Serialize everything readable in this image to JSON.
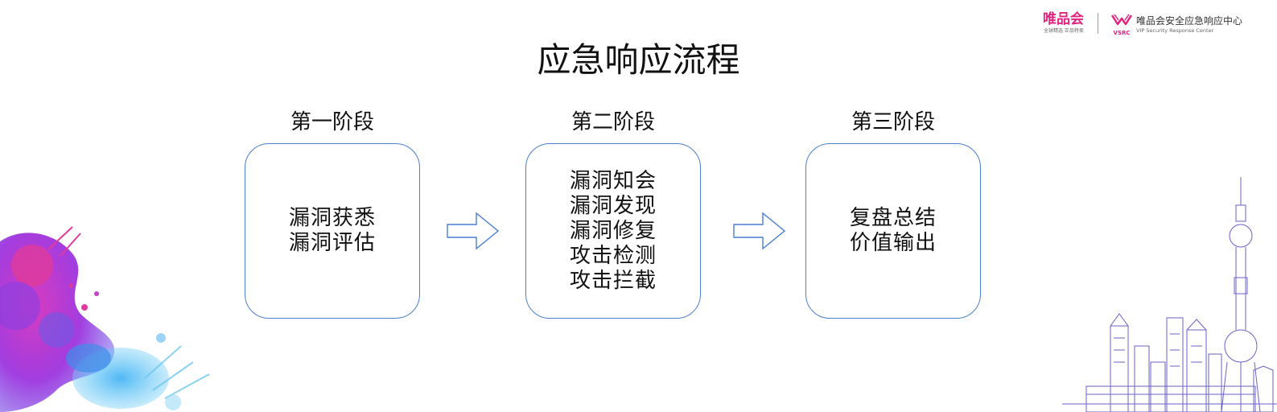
{
  "title": "应急响应流程",
  "header": {
    "vip_logo": "唯品会",
    "vip_slogan": "全球精选 正品特卖",
    "vsrc_mark": "VSRC",
    "vsrc_name": "唯品会安全应急响应中心",
    "vsrc_en": "VIP Security Response Center"
  },
  "stages": [
    {
      "label": "第一阶段",
      "items": [
        "漏洞获悉",
        "漏洞评估"
      ]
    },
    {
      "label": "第二阶段",
      "items": [
        "漏洞知会",
        "漏洞发现",
        "漏洞修复",
        "攻击检测",
        "攻击拦截"
      ]
    },
    {
      "label": "第三阶段",
      "items": [
        "复盘总结",
        "价值输出"
      ]
    }
  ],
  "colors": {
    "box_border": "#4a7fcf",
    "brand": "#e2237f",
    "skyline": "#6a62c8"
  }
}
